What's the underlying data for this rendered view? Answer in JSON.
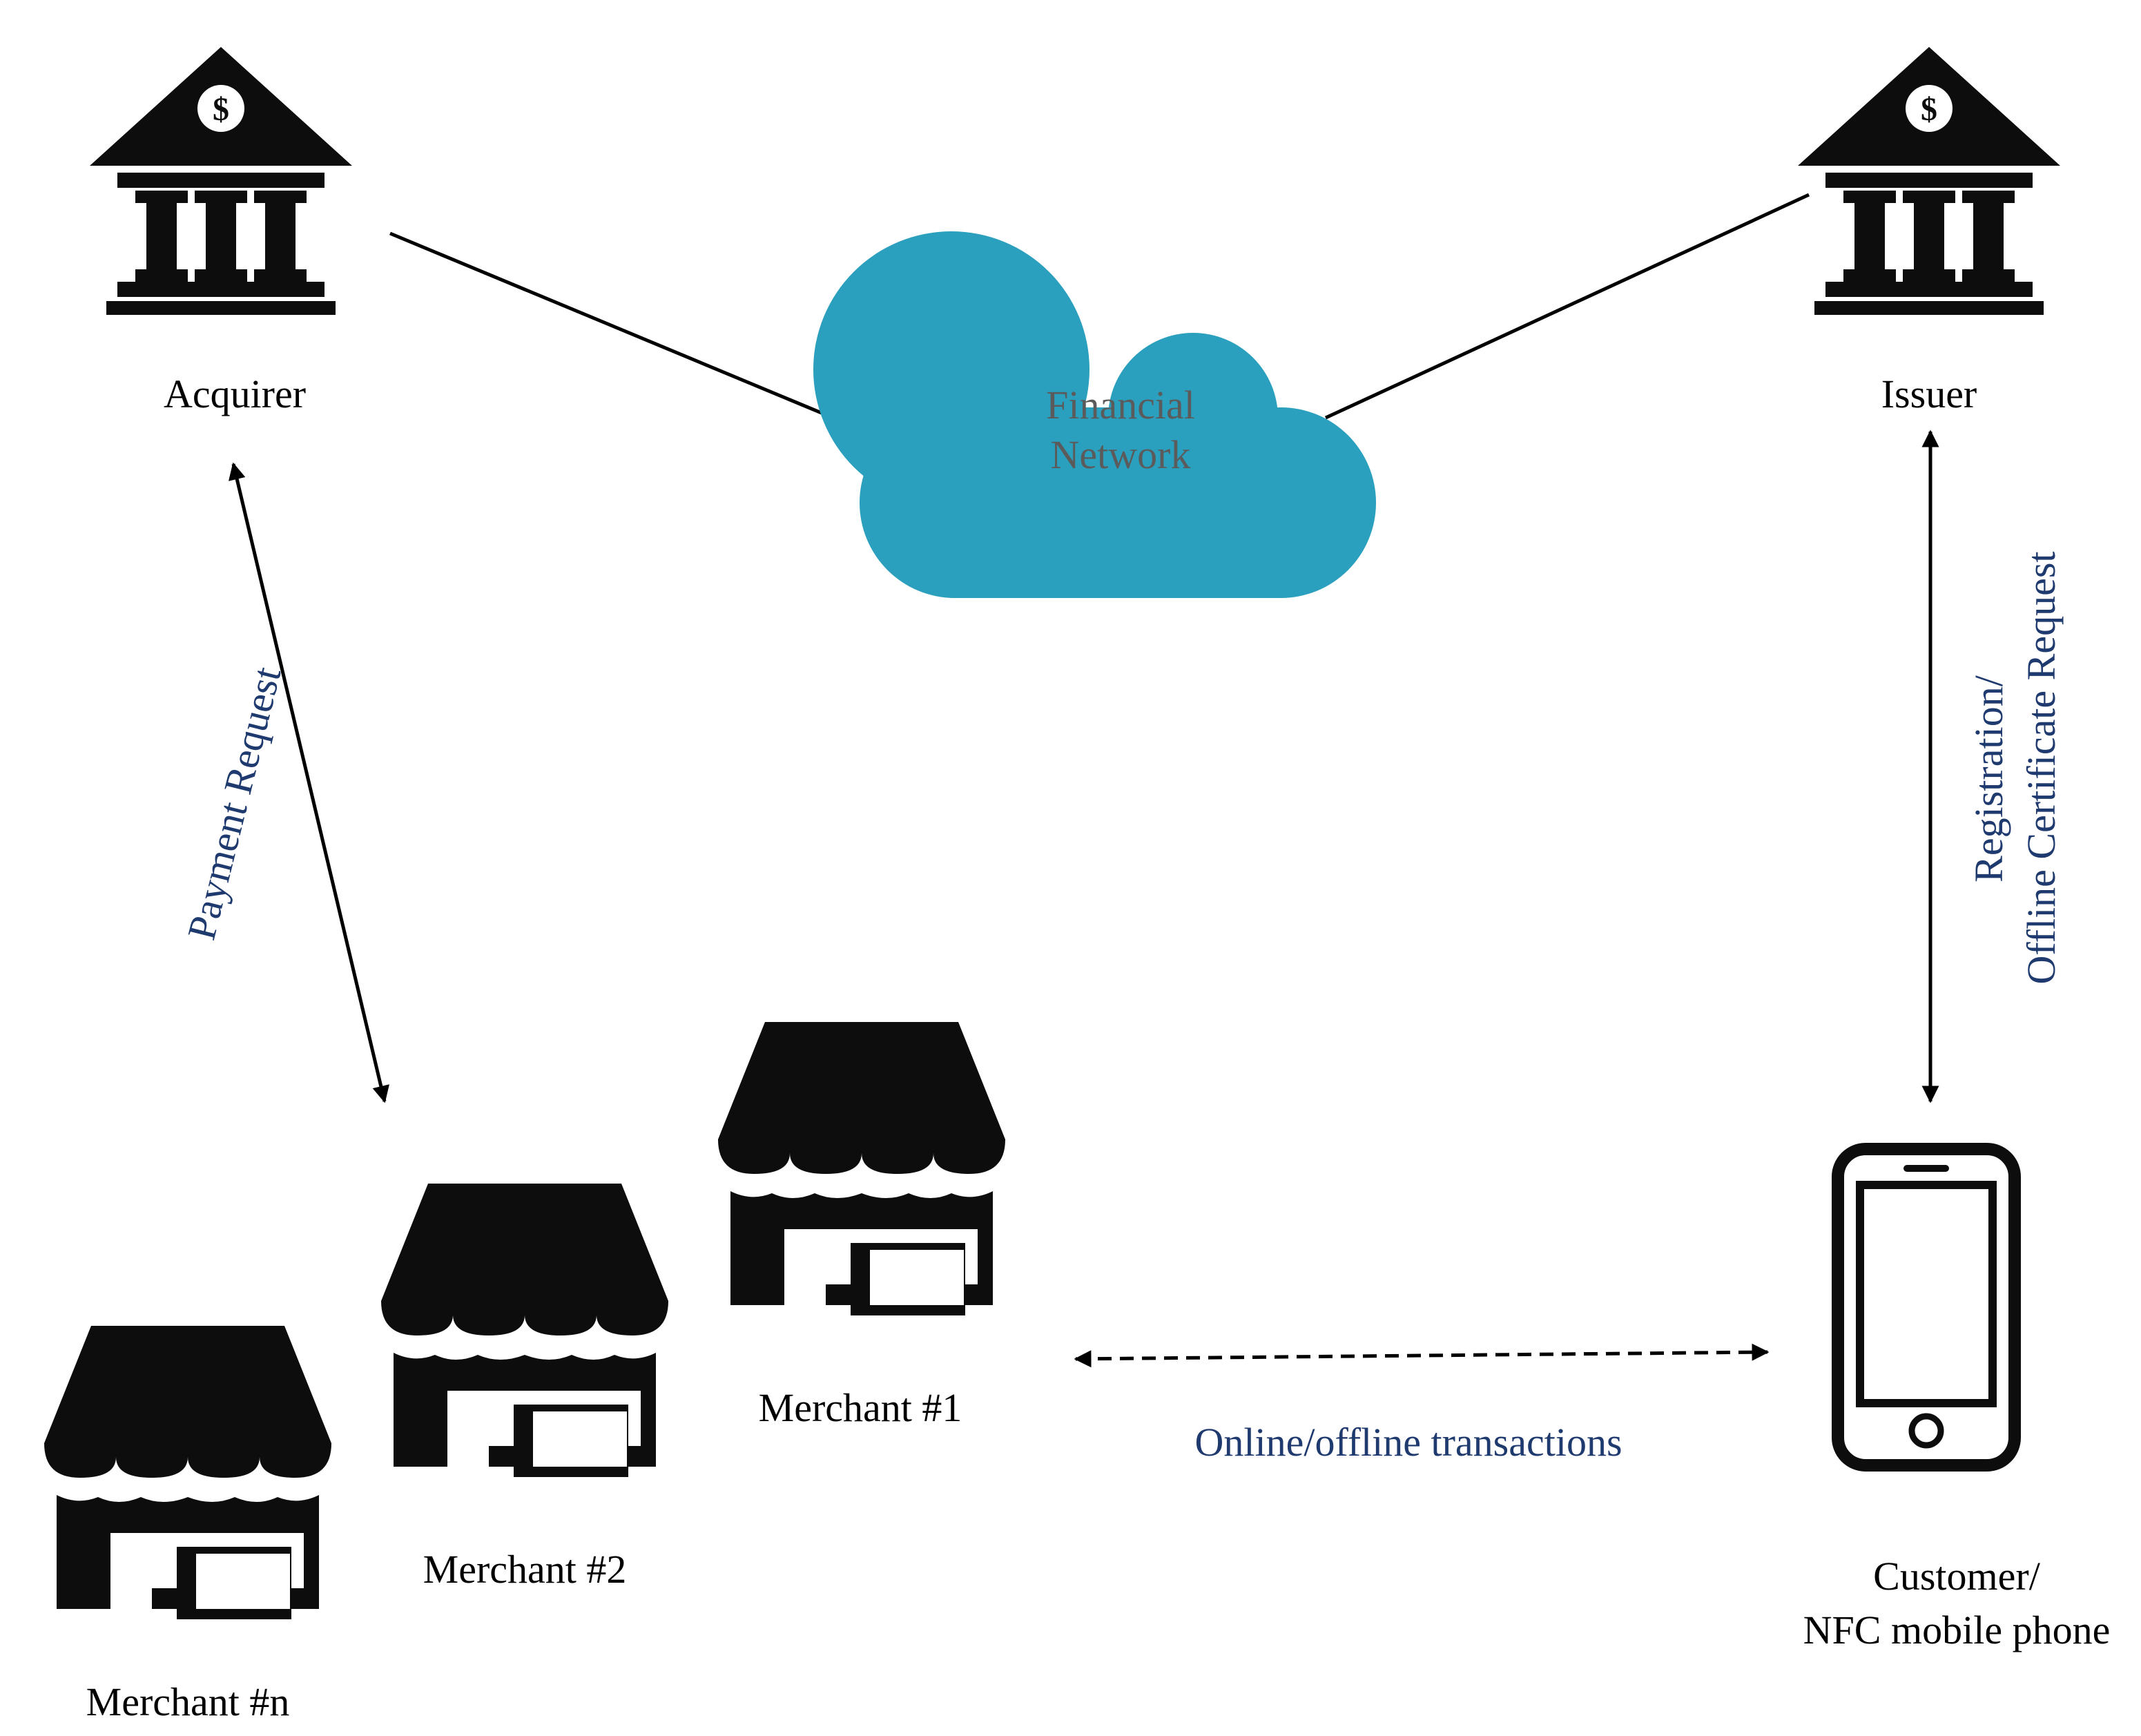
{
  "nodes": {
    "acquirer": {
      "label": "Acquirer",
      "icon": "bank-icon",
      "icon_glyph": "$"
    },
    "issuer": {
      "label": "Issuer",
      "icon": "bank-icon",
      "icon_glyph": "$"
    },
    "network": {
      "label_line1": "Financial",
      "label_line2": "Network",
      "icon": "cloud-icon"
    },
    "merchant_1": {
      "label": "Merchant #1",
      "icon": "store-icon"
    },
    "merchant_2": {
      "label": "Merchant #2",
      "icon": "store-icon"
    },
    "merchant_n": {
      "label": "Merchant #n",
      "icon": "store-icon"
    },
    "customer": {
      "label_line1": "Customer/",
      "label_line2": "NFC mobile phone",
      "icon": "smartphone-icon"
    }
  },
  "edges": {
    "payment": {
      "label": "Payment Request"
    },
    "registration": {
      "label_line1": "Registration/",
      "label_line2": "Offline Certificate Request"
    },
    "transactions": {
      "label": "Online/offline transactions"
    }
  },
  "colors": {
    "cloud": "#2b9fbe",
    "cloud_text": "#5b5b5b",
    "edge_label": "#1f3a6e",
    "icon": "#0d0d0d",
    "line": "#000000"
  }
}
